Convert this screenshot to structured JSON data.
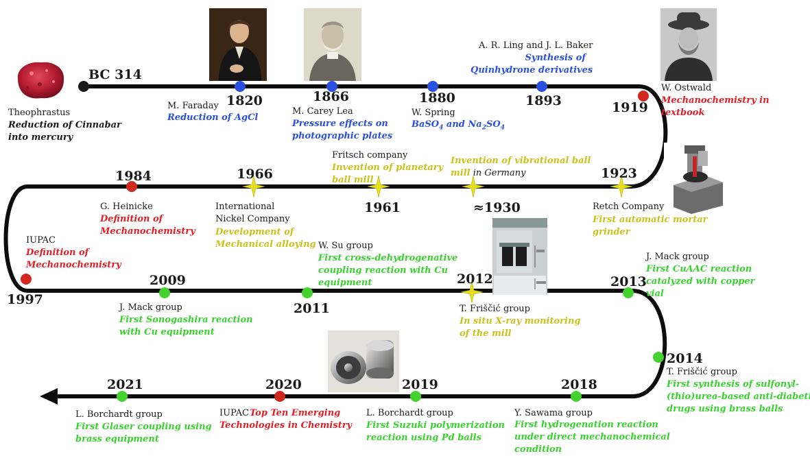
{
  "events": {
    "bc314": {
      "year": "BC 314",
      "who": "Theophrastus",
      "what": [
        "Reduction of Cinnabar",
        "into mercury"
      ]
    },
    "e1820": {
      "year": "1820",
      "who": "M. Faraday",
      "what": [
        "Reduction of AgCl"
      ]
    },
    "e1866": {
      "year": "1866",
      "who": "M. Carey Lea",
      "what": [
        "Pressure effects on",
        "photographic plates"
      ]
    },
    "e1880": {
      "year": "1880",
      "who": "W. Spring",
      "what_part1": "BaSO",
      "sub1": "4",
      "what_part2": " and Na",
      "sub2": "2",
      "what_part3": "SO",
      "sub3": "4"
    },
    "e1893": {
      "year": "1893",
      "who": "A. R. Ling and J. L. Baker",
      "what": [
        "Synthesis of",
        "Quinhydrone derivatives"
      ]
    },
    "e1919": {
      "year": "1919",
      "who": "W. Ostwald",
      "what": [
        "Mechanochemistry in",
        "textbook"
      ]
    },
    "e1923": {
      "year": "1923",
      "who": "Retch Company",
      "what": [
        "First automatic mortar",
        "grinder"
      ]
    },
    "e1930": {
      "year": "≈1930",
      "what": [
        "Invention of  vibrational ball"
      ],
      "what_line2": "mill",
      "what_line2_plain": " in Germany"
    },
    "e1961": {
      "year": "1961",
      "who": "Fritsch company",
      "what": [
        "Invention of planetary",
        "ball mill"
      ]
    },
    "e1966": {
      "year": "1966",
      "who": [
        "International",
        "Nickel Company"
      ],
      "what": [
        "Development of",
        "Mechanical alloying"
      ]
    },
    "e1984": {
      "year": "1984",
      "who": "G. Heinicke",
      "what": [
        "Definition of",
        "Mechanochemistry"
      ]
    },
    "e1997": {
      "year": "1997",
      "who": "IUPAC",
      "what": [
        "Definition of",
        "Mechanochemistry"
      ]
    },
    "e2009": {
      "year": "2009",
      "who": "J. Mack group",
      "what": [
        "First Sonogashira reaction",
        "with Cu equipment"
      ]
    },
    "e2011": {
      "year": "2011",
      "who": "W. Su group",
      "what": [
        "First cross-dehydrogenative",
        "coupling reaction with Cu",
        "equipment"
      ]
    },
    "e2012": {
      "year": "2012",
      "who": "T. Friščić group",
      "what": [
        "In situ X-ray monitoring",
        "of the mill"
      ]
    },
    "e2013": {
      "year": "2013",
      "who": "J. Mack group",
      "what": [
        "First CuAAC reaction",
        "catalyzed with copper",
        "vial"
      ]
    },
    "e2014": {
      "year": "2014",
      "who": "T. Friščić group",
      "what": [
        "First synthesis of sulfonyl-",
        "(thio)urea-based anti-diabetic",
        "drugs using brass balls"
      ]
    },
    "e2018": {
      "year": "2018",
      "who": "Y. Sawama group",
      "what": [
        "First hydrogenation reaction",
        "under direct mechanochemical",
        "condition"
      ]
    },
    "e2019": {
      "year": "2019",
      "who": "L. Borchardt group",
      "what": [
        "First Suzuki polymerization",
        "reaction using Pd balls"
      ]
    },
    "e2020": {
      "year": "2020",
      "who": "IUPAC",
      "what": [
        "Top Ten Emerging",
        "Technologies in Chemistry"
      ]
    },
    "e2021": {
      "year": "2021",
      "who": "L. Borchardt group",
      "what": [
        "First Glaser coupling using",
        "brass equipment"
      ]
    }
  },
  "colors": {
    "track": "#0d0d0d",
    "blue_node": "#2b4fe0",
    "red_node": "#d0281f",
    "green_node": "#45d12f",
    "yellow_star": "#e6e01c",
    "black_node": "#1a1a1a"
  },
  "images": {
    "cinnabar": "cinnabar-rock",
    "faraday": "faraday-portrait",
    "carey_lea": "carey-lea-portrait",
    "ostwald": "ostwald-portrait",
    "mortar_grinder": "mortar-grinder-photo",
    "xray_mill": "xray-mill-photo",
    "brass_jar": "brass-milling-jar-photo"
  }
}
